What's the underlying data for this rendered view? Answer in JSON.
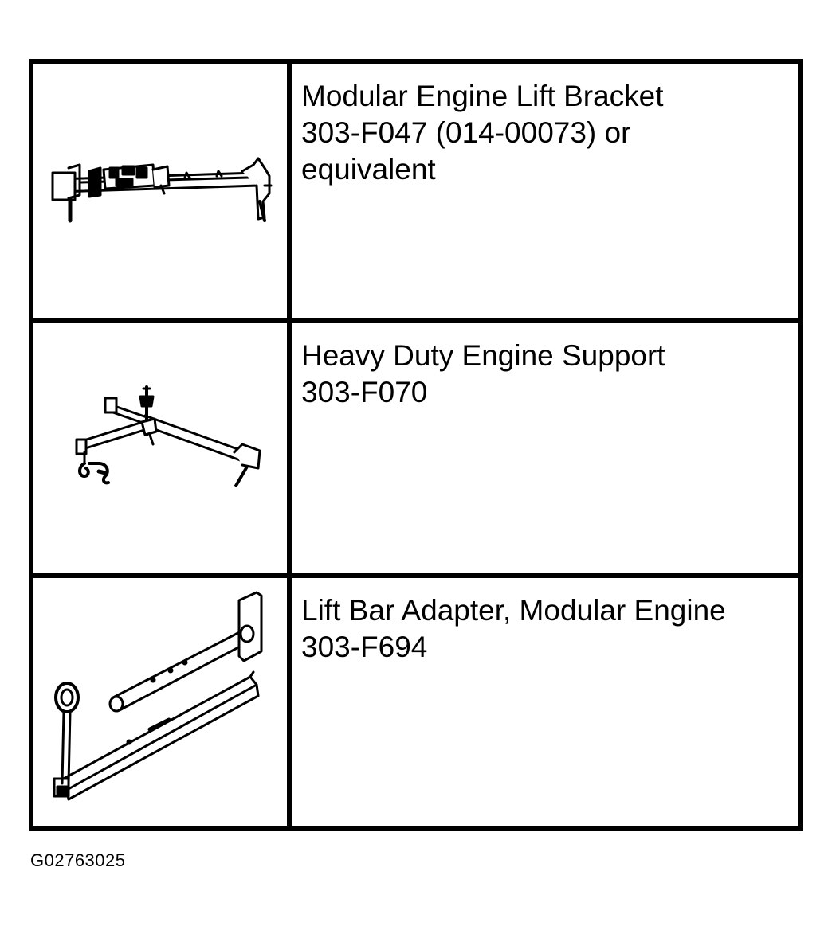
{
  "tools": [
    {
      "icon": "engine-lift-bracket-icon",
      "name": "Modular Engine Lift Bracket",
      "part_number": "303-F047 (014-00073) or",
      "note": "equivalent"
    },
    {
      "icon": "engine-support-icon",
      "name": "Heavy Duty Engine Support",
      "part_number": "303-F070",
      "note": ""
    },
    {
      "icon": "lift-bar-adapter-icon",
      "name": "Lift Bar Adapter, Modular Engine",
      "part_number": "303-F694",
      "note": ""
    }
  ],
  "figure_id": "G02763025"
}
